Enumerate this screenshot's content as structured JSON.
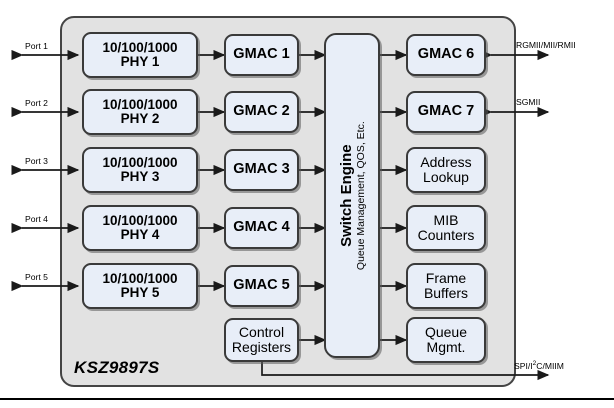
{
  "diagram": {
    "chip_label": "KSZ9897S",
    "background_color": "#e2e2e2",
    "block_fill_color": "#e8eef8",
    "block_border_color": "#3a3a3a"
  },
  "ports": [
    {
      "label": "Port 1"
    },
    {
      "label": "Port 2"
    },
    {
      "label": "Port 3"
    },
    {
      "label": "Port 4"
    },
    {
      "label": "Port 5"
    }
  ],
  "phy_blocks": [
    {
      "line1": "10/100/1000",
      "line2": "PHY 1"
    },
    {
      "line1": "10/100/1000",
      "line2": "PHY 2"
    },
    {
      "line1": "10/100/1000",
      "line2": "PHY 3"
    },
    {
      "line1": "10/100/1000",
      "line2": "PHY 4"
    },
    {
      "line1": "10/100/1000",
      "line2": "PHY 5"
    }
  ],
  "gmac_blocks": [
    {
      "label": "GMAC 1"
    },
    {
      "label": "GMAC 2"
    },
    {
      "label": "GMAC 3"
    },
    {
      "label": "GMAC 4"
    },
    {
      "label": "GMAC 5"
    }
  ],
  "control_registers": {
    "line1": "Control",
    "line2": "Registers"
  },
  "switch_engine": {
    "title": "Switch Engine",
    "subtitle": "Queue Management, QOS, Etc."
  },
  "right_blocks": [
    {
      "line1": "GMAC 6",
      "line2": ""
    },
    {
      "line1": "GMAC 7",
      "line2": ""
    },
    {
      "line1": "Address",
      "line2": "Lookup"
    },
    {
      "line1": "MIB",
      "line2": "Counters"
    },
    {
      "line1": "Frame",
      "line2": "Buffers"
    },
    {
      "line1": "Queue",
      "line2": "Mgmt."
    }
  ],
  "external_interfaces": [
    {
      "label": "RGMII/MII/RMII"
    },
    {
      "label": "SGMII"
    },
    {
      "label_pre": "SPI/I",
      "label_sup": "2",
      "label_post": "C/MIIM"
    }
  ]
}
